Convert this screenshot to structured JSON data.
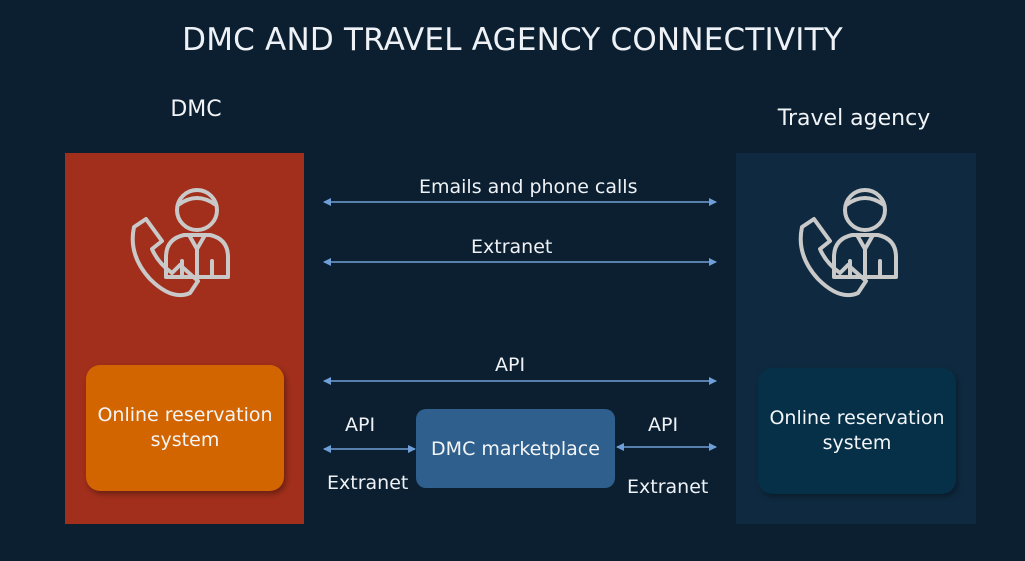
{
  "title": "DMC AND TRAVEL AGENCY CONNECTIVITY",
  "dmc": {
    "label": "DMC",
    "reservation_system": "Online reservation system",
    "icon": "support-agent-phone-icon"
  },
  "travel_agency": {
    "label": "Travel agency",
    "reservation_system": "Online reservation system",
    "icon": "support-agent-phone-icon"
  },
  "marketplace": {
    "label": "DMC marketplace"
  },
  "connections": {
    "emails": "Emails and phone calls",
    "extranet": "Extranet",
    "api_direct": "API",
    "api_left": "API",
    "extranet_left": "Extranet",
    "api_right": "API",
    "extranet_right": "Extranet"
  },
  "colors": {
    "background": "#0b1f30",
    "dmc_panel": "#a22f1c",
    "travel_agency_panel": "#0f2a40",
    "dmc_reservation_box": "#d36500",
    "travel_agency_reservation_box": "#063048",
    "marketplace_box": "#2f5f8c",
    "arrow": "#6f9fd8",
    "icon": "#c9c9c9"
  }
}
